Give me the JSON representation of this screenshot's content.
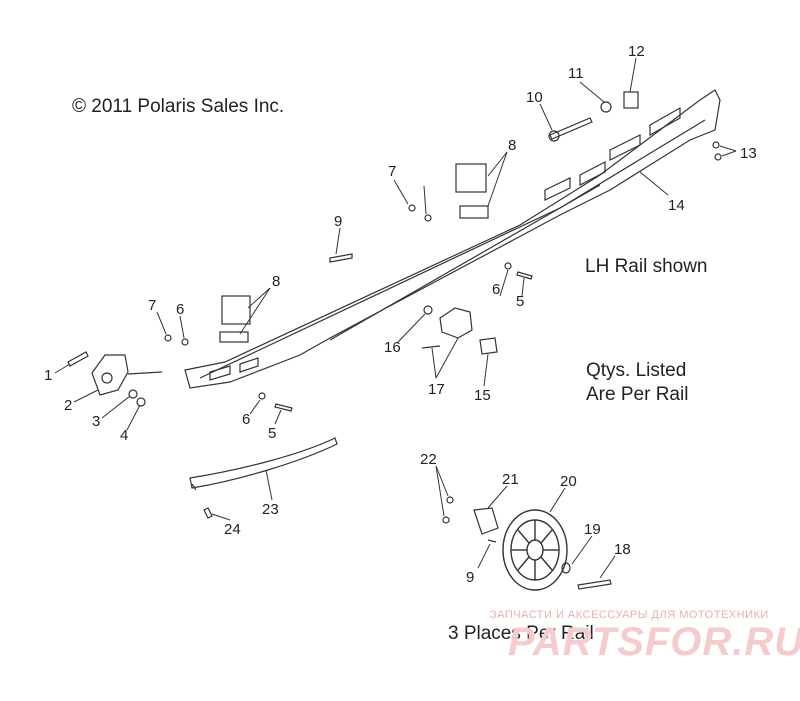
{
  "copyright": "© 2011 Polaris Sales Inc.",
  "notes": {
    "lh_rail": "LH Rail shown",
    "qty_line1": "Qtys. Listed",
    "qty_line2": "Are Per Rail",
    "places": "3 Places Per Rail"
  },
  "watermark": {
    "tagline": "ЗАПЧАСТИ И АКСЕССУАРЫ ДЛЯ МОТОТЕХНИКИ",
    "logo": "PARTSFOR.RU"
  },
  "callouts": [
    "1",
    "2",
    "3",
    "4",
    "5",
    "5",
    "6",
    "6",
    "6",
    "7",
    "7",
    "8",
    "8",
    "9",
    "9",
    "10",
    "11",
    "12",
    "13",
    "14",
    "15",
    "16",
    "17",
    "18",
    "19",
    "20",
    "21",
    "22",
    "23",
    "24"
  ],
  "colors": {
    "line": "#333333",
    "text": "#222222",
    "watermark": "#f4cccc"
  }
}
